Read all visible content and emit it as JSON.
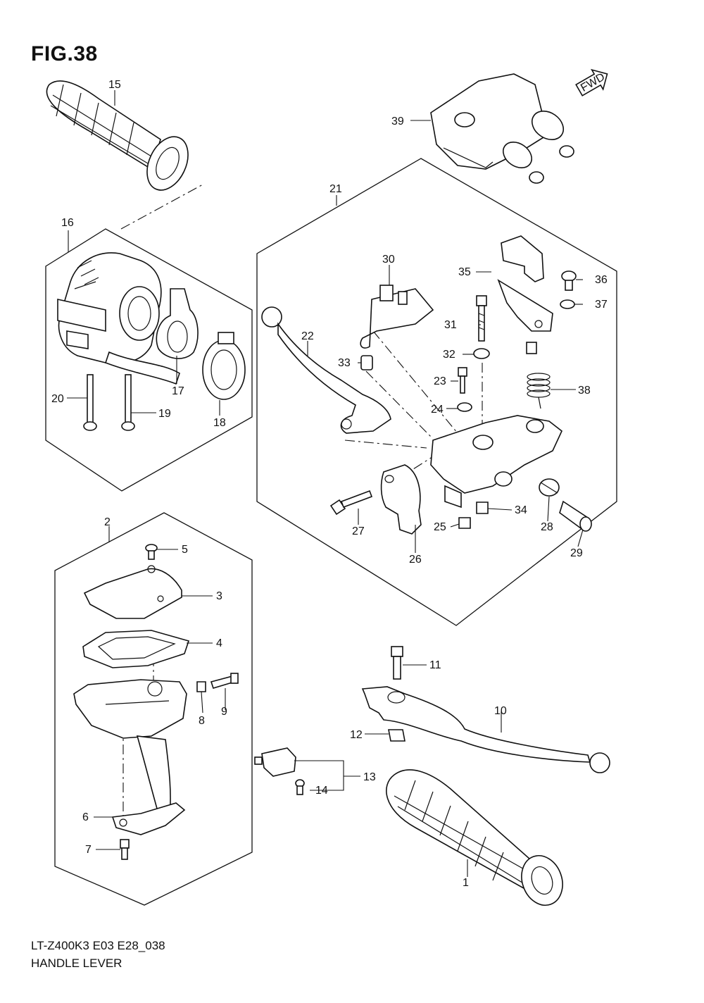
{
  "figure_title": "FIG.38",
  "fwd_label": "FWD",
  "footer": {
    "model_code": "LT-Z400K3 E03 E28_038",
    "section_name": "HANDLE LEVER"
  },
  "callouts": {
    "p1": "1",
    "p2": "2",
    "p3": "3",
    "p4": "4",
    "p5": "5",
    "p6": "6",
    "p7": "7",
    "p8": "8",
    "p9": "9",
    "p10": "10",
    "p11": "11",
    "p12": "12",
    "p13": "13",
    "p14": "14",
    "p15": "15",
    "p16": "16",
    "p17": "17",
    "p18": "18",
    "p19": "19",
    "p20": "20",
    "p21": "21",
    "p22": "22",
    "p23": "23",
    "p24": "24",
    "p25": "25",
    "p26": "26",
    "p27": "27",
    "p28": "28",
    "p29": "29",
    "p30": "30",
    "p31": "31",
    "p32": "32",
    "p33": "33",
    "p34": "34",
    "p35": "35",
    "p36": "36",
    "p37": "37",
    "p38": "38",
    "p39": "39"
  }
}
